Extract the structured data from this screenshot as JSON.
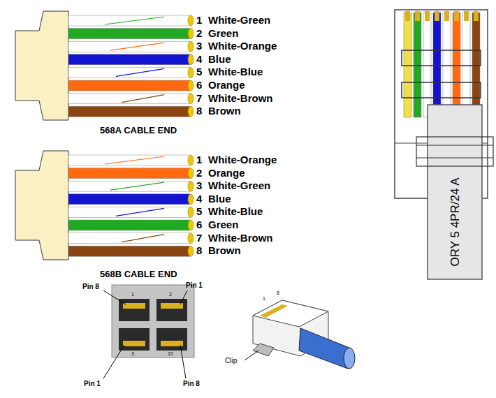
{
  "diagram": {
    "labels": [
      "1",
      "White-Green",
      "2",
      "Green",
      "3",
      "White-Orange",
      "4",
      "Blue",
      "5",
      "White-Blue",
      "6",
      "Orange",
      "7",
      "White-Brown",
      "8",
      "Brown",
      "568A CABLE END",
      "1",
      "White-Orange",
      "2",
      "Orange",
      "3",
      "White-Green",
      "4",
      "Blue",
      "5",
      "White-Blue",
      "6",
      "Green",
      "7",
      "White-Brown",
      "8",
      "Brown",
      "568B CABLE END",
      "ORY 5 4PR/24 A",
      "Pin 8",
      "Pin 1",
      "Pin 1",
      "Pin 8",
      "Clip",
      "1",
      "8",
      "1",
      "2",
      "3",
      "10"
    ]
  }
}
